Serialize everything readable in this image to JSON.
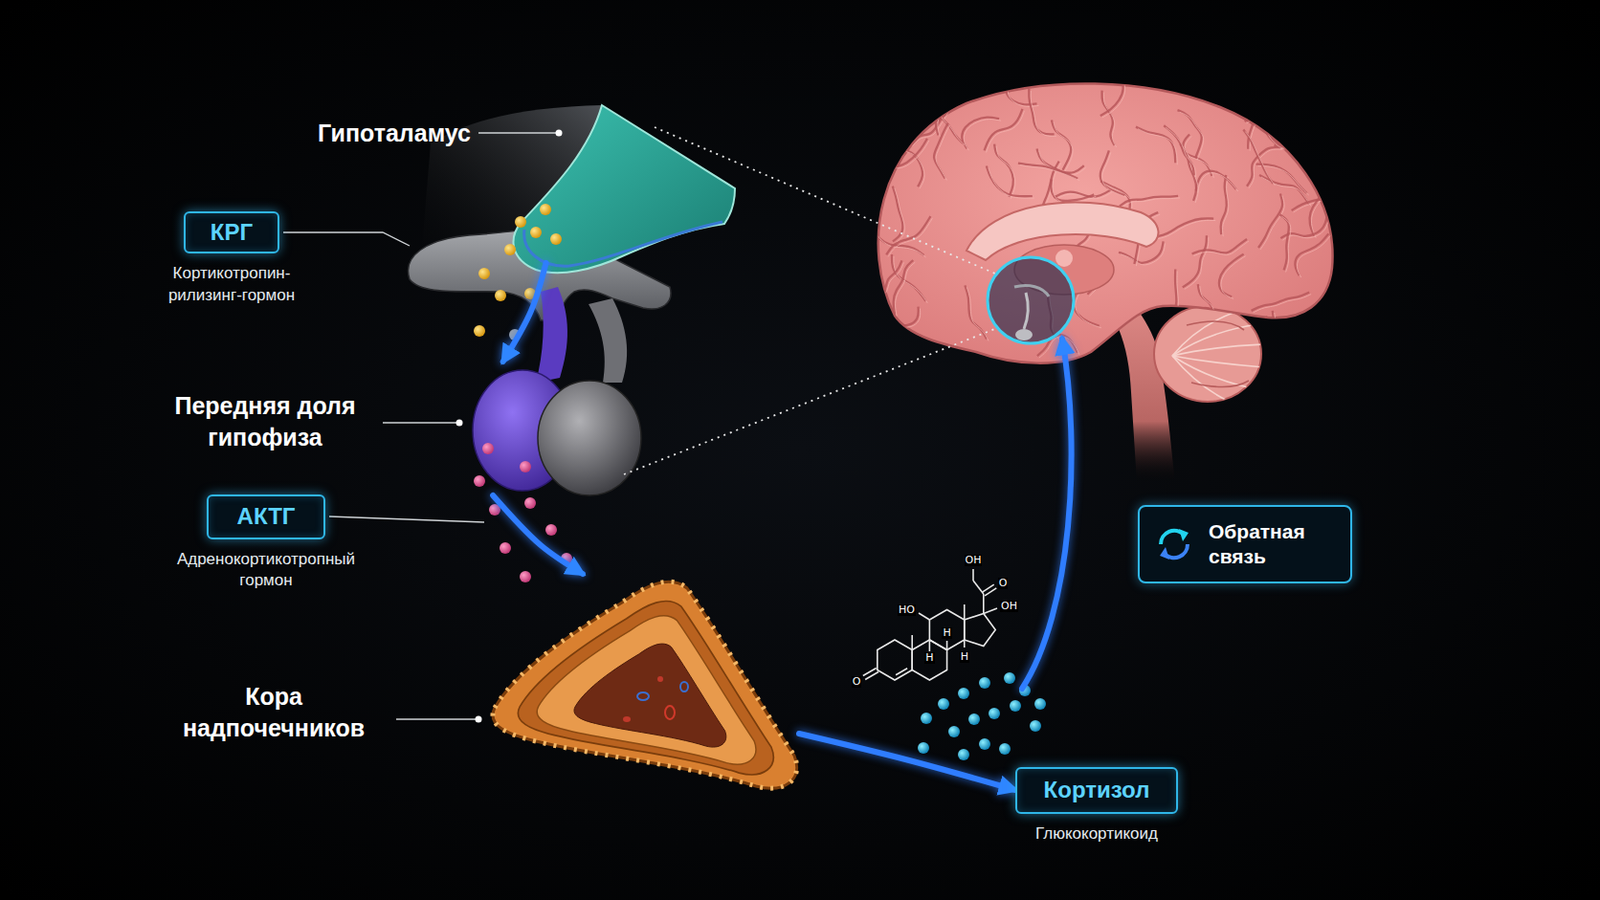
{
  "diagram": {
    "nodes": [
      {
        "text": [
          "Гипоталамус"
        ]
      },
      {
        "text": [
          "КРГ",
          "Кортикотропин- рилизинг-гормон"
        ]
      },
      {
        "text": [
          "Передняя доля гипофиза"
        ]
      },
      {
        "text": [
          "АКТГ",
          "Адренокортикотропный гормон"
        ]
      },
      {
        "text": [
          "Кора надпочечников"
        ]
      },
      {
        "text": [
          "Обратная связь"
        ]
      },
      {
        "text": [
          "Кортизол",
          "Глюкокортикоид"
        ]
      }
    ],
    "edges": [
      {
        "from": 0,
        "to": 2,
        "arrow": "to"
      },
      {
        "from": 2,
        "to": 4,
        "arrow": "to"
      },
      {
        "from": 4,
        "to": 6,
        "arrow": "to"
      }
    ],
    "labels": [
      "OH",
      "O",
      "OH",
      "HO",
      "H",
      "H",
      "H",
      "O"
    ]
  }
}
